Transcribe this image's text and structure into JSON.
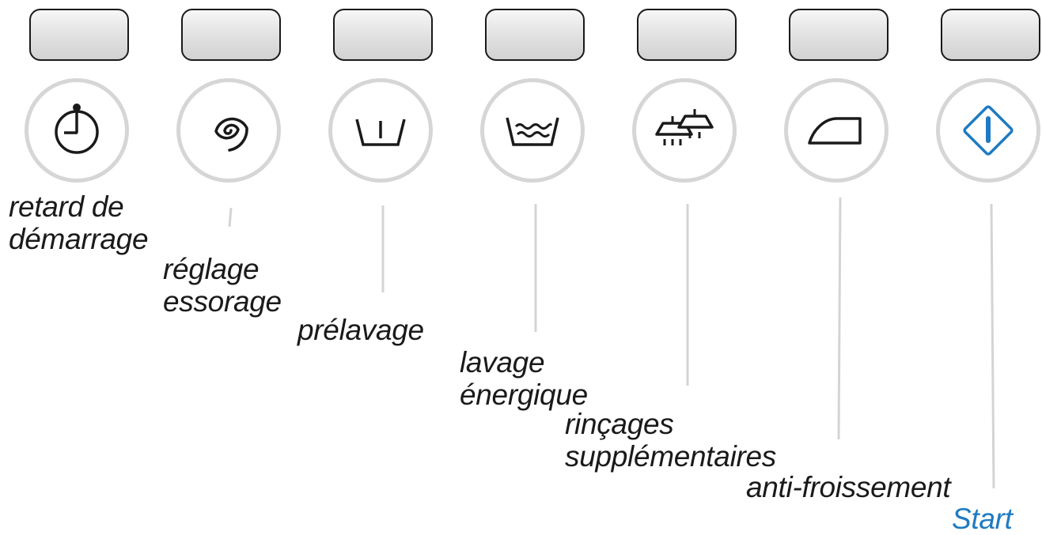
{
  "buttons": [
    {
      "id": "delay-start",
      "icon": "timer-icon",
      "label_lines": [
        "retard de",
        "démarrage"
      ]
    },
    {
      "id": "spin-setting",
      "icon": "spiral-icon",
      "label_lines": [
        "réglage",
        "essorage"
      ]
    },
    {
      "id": "prewash",
      "icon": "prewash-tub-icon",
      "label_lines": [
        "prélavage"
      ]
    },
    {
      "id": "intensive-wash",
      "icon": "wash-tub-waves-icon",
      "label_lines": [
        "lavage",
        "énergique"
      ]
    },
    {
      "id": "extra-rinse",
      "icon": "extra-rinse-icon",
      "label_lines": [
        "rinçages",
        "supplémentaires"
      ]
    },
    {
      "id": "anti-crease",
      "icon": "iron-icon",
      "label_lines": [
        "anti-froissement"
      ]
    },
    {
      "id": "start",
      "icon": "start-power-icon",
      "label_lines": [
        "Start"
      ]
    }
  ],
  "colors": {
    "text": "#1a1a1a",
    "accent": "#1f7bc1",
    "ring": "#d6d6d6",
    "leader": "#d4d4d4"
  }
}
